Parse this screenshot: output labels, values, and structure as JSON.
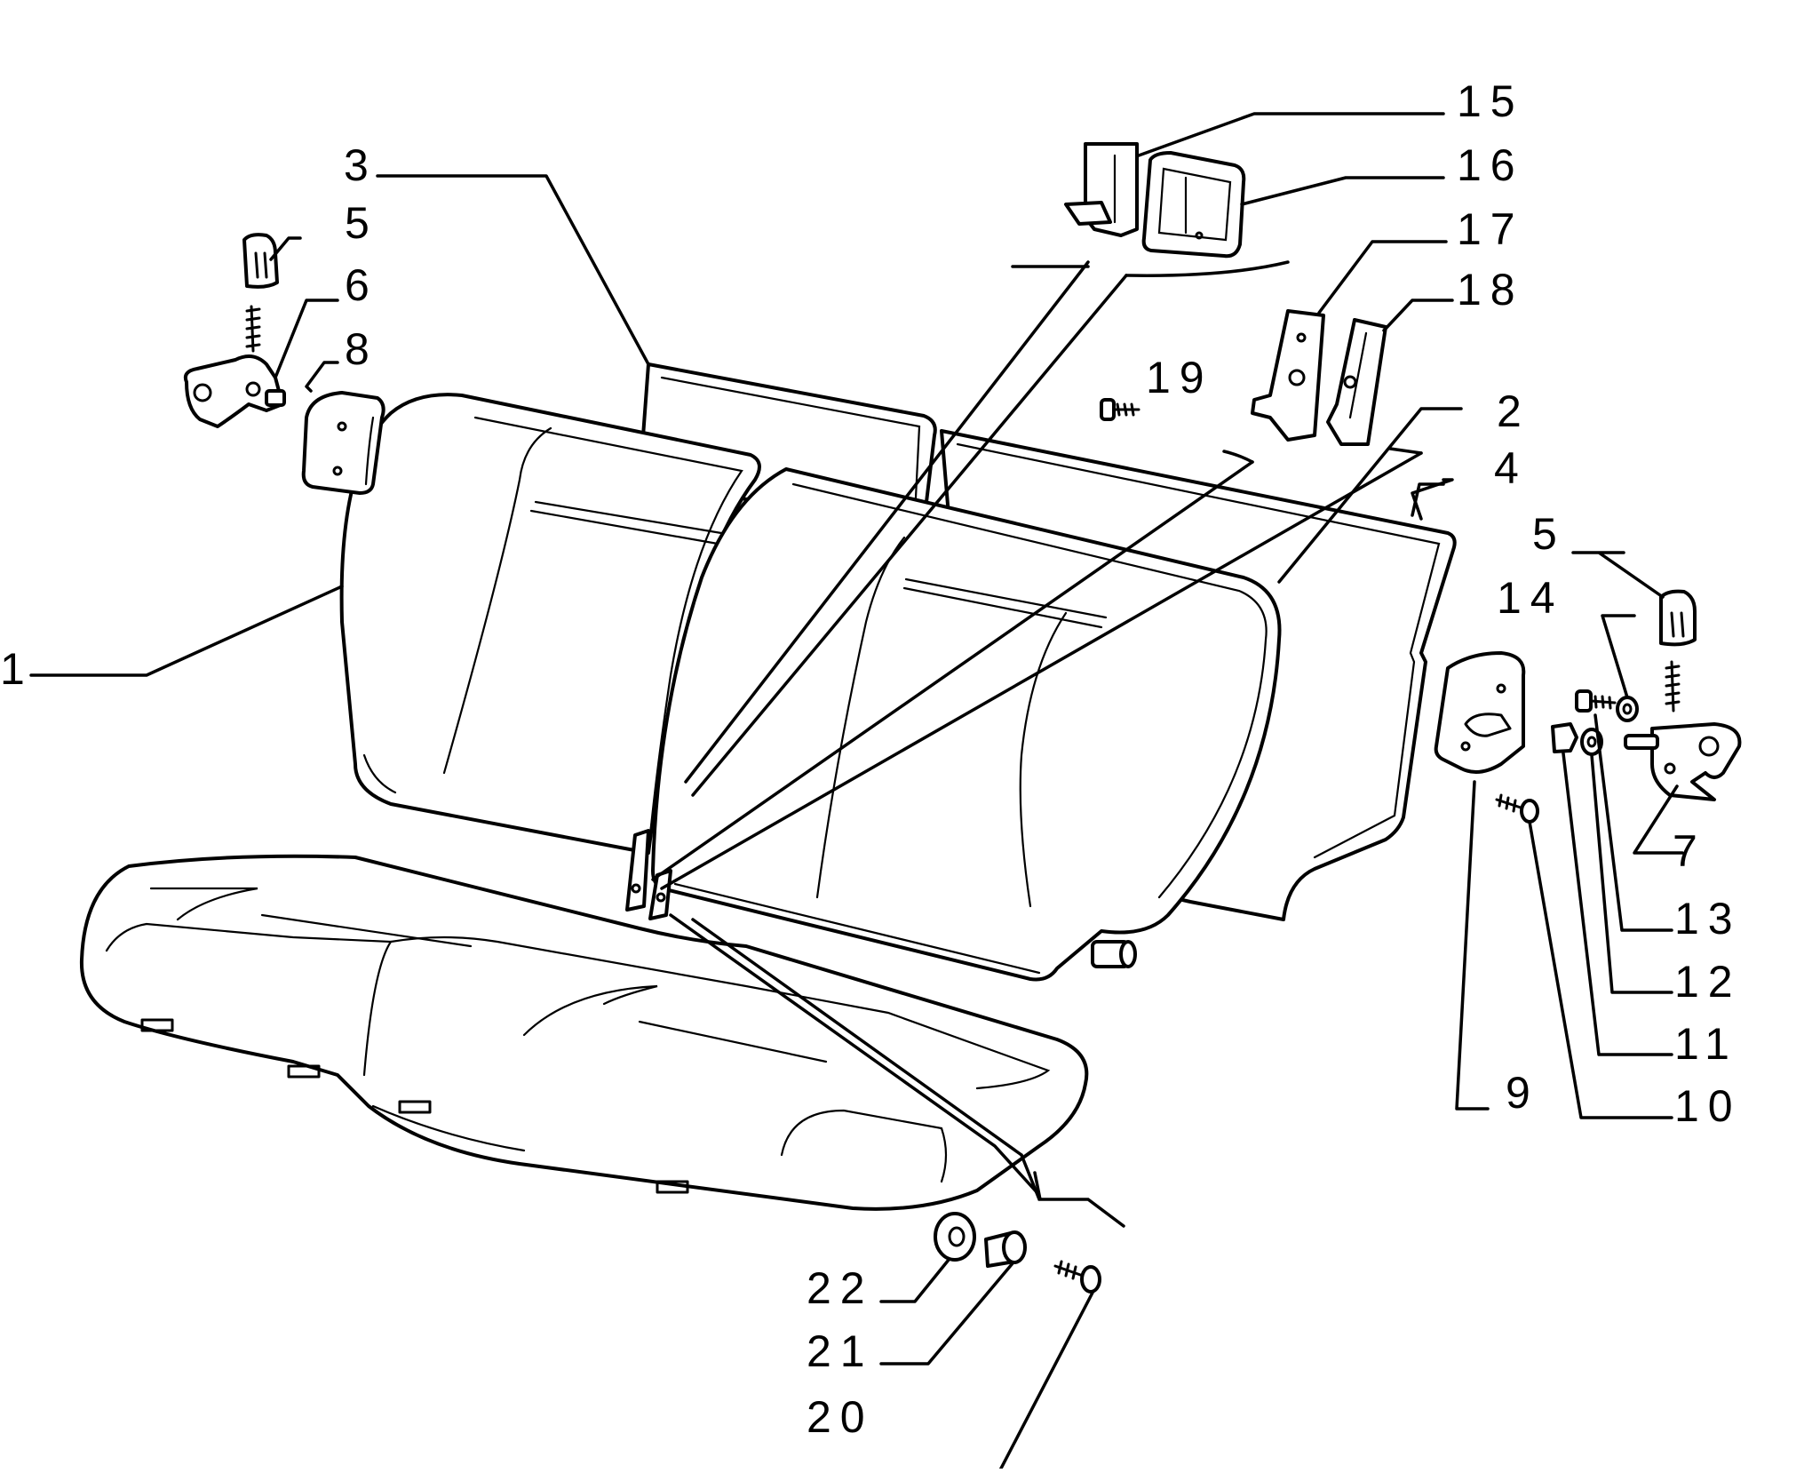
{
  "callouts": {
    "c1": "1",
    "c2": "2",
    "c3": "3",
    "c4": "4",
    "c5a": "5",
    "c5b": "5",
    "c6": "6",
    "c7": "7",
    "c8": "8",
    "c9": "9",
    "c10": "10",
    "c11": "11",
    "c12": "12",
    "c13": "13",
    "c14": "14",
    "c15": "15",
    "c16": "16",
    "c17": "17",
    "c18": "18",
    "c19": "19",
    "c20": "20",
    "c21": "21",
    "c22": "22"
  },
  "colors": {
    "ink": "#000000",
    "paper": "#ffffff"
  }
}
